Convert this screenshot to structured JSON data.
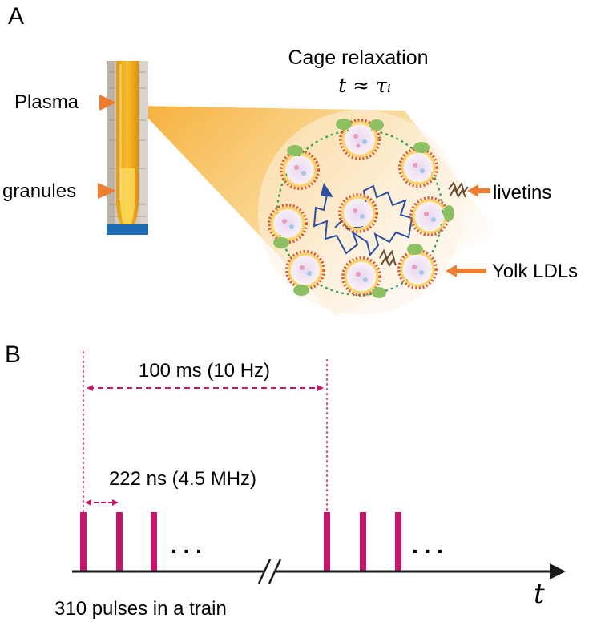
{
  "panel_a": {
    "letter": "A",
    "caption_line1": "Cage relaxation",
    "caption_line2": "t ≈ τᵢ",
    "labels": {
      "plasma": "Plasma",
      "granules": "granules",
      "livetins": "livetins",
      "yolk_ldls": "Yolk LDLs"
    },
    "colors": {
      "yolk": "#f2b21c",
      "arrow": "#ee7d31",
      "cage_ring": "#2ea24a",
      "polymer": "#2c4fa0",
      "lipid_head": "#e0542a",
      "lipid_tail": "#f6d36c",
      "protein": "#8cc063",
      "livetin": "#6b4a2e"
    },
    "icons": [
      "test-tube-photo",
      "polymer-chain",
      "ldl-particle-icon",
      "livetin-protein-icon"
    ]
  },
  "panel_b": {
    "letter": "B",
    "train_period": "100 ms (10 Hz)",
    "pulse_spacing": "222 ns (4.5 MHz)",
    "ellipsis": ". . .",
    "axis_label": "t",
    "train_note": "310 pulses in a train",
    "colors": {
      "pulse": "#c8156a",
      "axis": "#1a1a1a"
    }
  }
}
